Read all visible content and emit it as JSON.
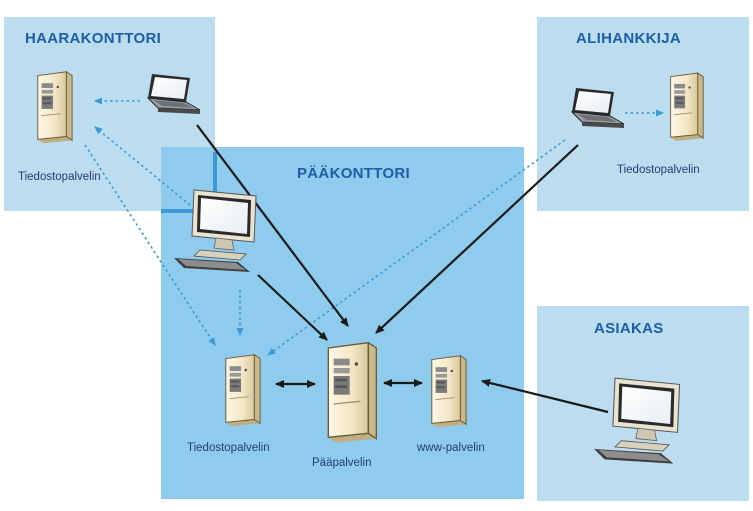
{
  "zones": {
    "branch": {
      "title": "HAARAKONTTORI",
      "server_label": "Tiedostopalvelin"
    },
    "subcontractor": {
      "title": "ALIHANKKIJA",
      "server_label": "Tiedostopalvelin"
    },
    "headquarters": {
      "title": "PÄÄKONTTORI",
      "file_server_label": "Tiedostopalvelin",
      "main_server_label": "Pääpalvelin",
      "web_server_label": "www-palvelin"
    },
    "customer": {
      "title": "ASIAKAS"
    }
  },
  "colors": {
    "light_panel": "#bcdcf0",
    "hq_panel": "#8fcbec",
    "title_text": "#1c5fa8",
    "label_text": "#1f3f7a",
    "dotted_arrow": "#3a9ad6",
    "solid_arrow": "#1a1a1a"
  }
}
